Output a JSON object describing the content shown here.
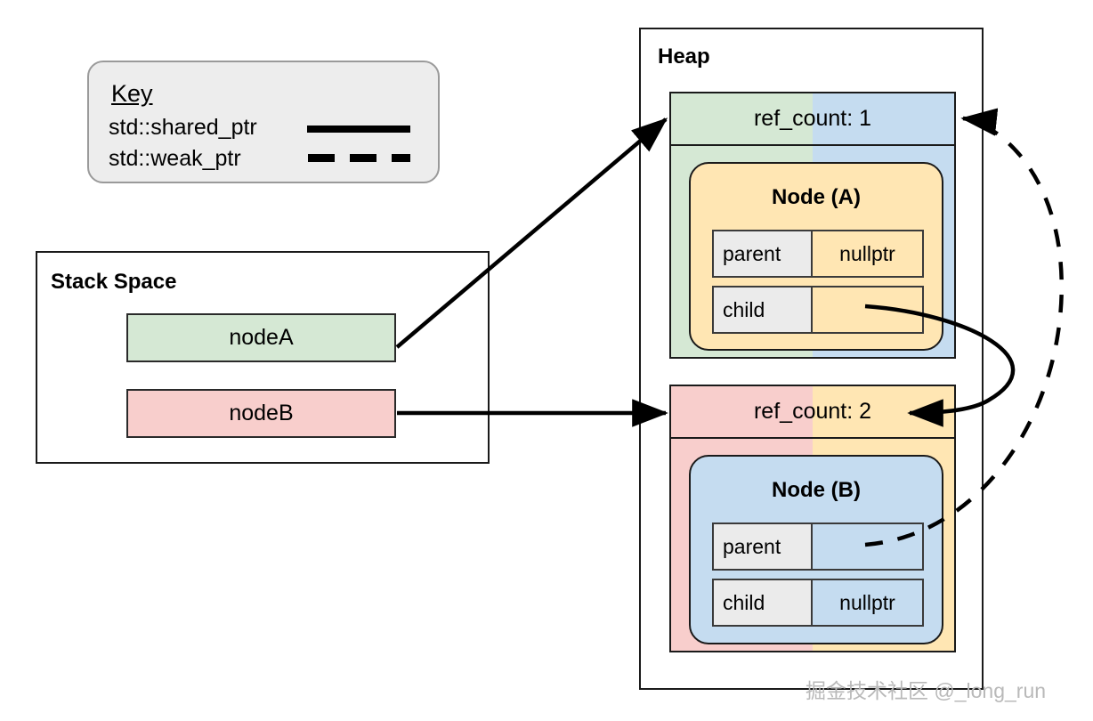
{
  "key": {
    "title": "Key",
    "shared_label": "std::shared_ptr",
    "weak_label": "std::weak_ptr",
    "shared_style": "solid-line",
    "weak_style": "dashed-line",
    "box_color": "#ededed"
  },
  "stack": {
    "title": "Stack Space",
    "slots": [
      {
        "label": "nodeA",
        "color": "#d5e8d4"
      },
      {
        "label": "nodeB",
        "color": "#f8cecc"
      }
    ]
  },
  "heap": {
    "title": "Heap",
    "blocks": [
      {
        "id": "a",
        "header": "ref_count: 1",
        "ref_count": 1,
        "left_half_color": "#d5e8d4",
        "right_half_color": "#c5dcf0",
        "node_title": "Node (A)",
        "node_color": "#ffe6b3",
        "fields": [
          {
            "key": "parent",
            "value": "nullptr"
          },
          {
            "key": "child",
            "value": ""
          }
        ]
      },
      {
        "id": "b",
        "header": "ref_count: 2",
        "ref_count": 2,
        "left_half_color": "#f8cecc",
        "right_half_color": "#ffe6b3",
        "node_title": "Node (B)",
        "node_color": "#c5dcf0",
        "fields": [
          {
            "key": "parent",
            "value": ""
          },
          {
            "key": "child",
            "value": "nullptr"
          }
        ]
      }
    ]
  },
  "arrows": [
    {
      "name": "nodeA-to-blockA",
      "style": "solid"
    },
    {
      "name": "nodeB-to-blockB",
      "style": "solid"
    },
    {
      "name": "childA-to-blockB",
      "style": "solid"
    },
    {
      "name": "parentB-to-blockA",
      "style": "dashed"
    }
  ],
  "watermark": {
    "text": "掘金技术社区 @_long_run"
  }
}
